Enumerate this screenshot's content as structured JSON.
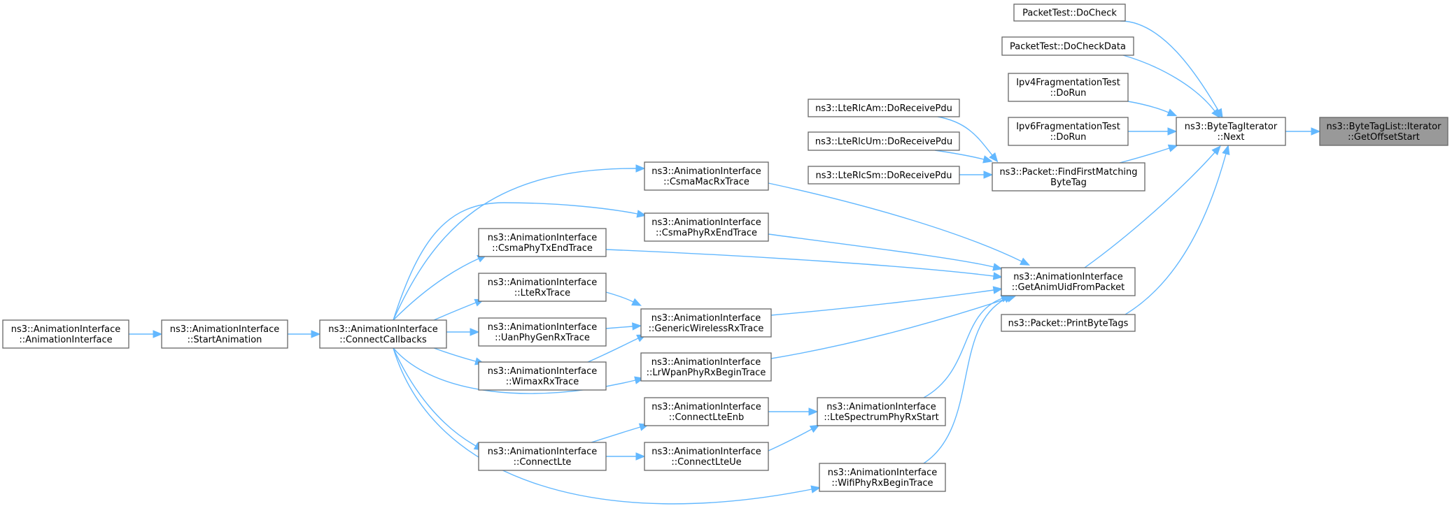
{
  "graph": {
    "root": "getoffsetstart",
    "nodes": [
      {
        "id": "getoffsetstart",
        "lines": [
          "ns3::ByteTagList::Iterator",
          "::GetOffsetStart"
        ],
        "root": true
      },
      {
        "id": "bytetagiter-next",
        "lines": [
          "ns3::ByteTagIterator",
          "::Next"
        ]
      },
      {
        "id": "packettest-docheck",
        "lines": [
          "PacketTest::DoCheck"
        ]
      },
      {
        "id": "packettest-docheckdata",
        "lines": [
          "PacketTest::DoCheckData"
        ]
      },
      {
        "id": "ipv4frag-dorun",
        "lines": [
          "Ipv4FragmentationTest",
          "::DoRun"
        ]
      },
      {
        "id": "ipv6frag-dorun",
        "lines": [
          "Ipv6FragmentationTest",
          "::DoRun"
        ]
      },
      {
        "id": "findfirstmatching",
        "lines": [
          "ns3::Packet::FindFirstMatching",
          "ByteTag"
        ]
      },
      {
        "id": "getanimuid",
        "lines": [
          "ns3::AnimationInterface",
          "::GetAnimUidFromPacket"
        ]
      },
      {
        "id": "printbytetags",
        "lines": [
          "ns3::Packet::PrintByteTags"
        ]
      },
      {
        "id": "lterlcam",
        "lines": [
          "ns3::LteRlcAm::DoReceivePdu"
        ]
      },
      {
        "id": "lterlcum",
        "lines": [
          "ns3::LteRlcUm::DoReceivePdu"
        ]
      },
      {
        "id": "lterlcsm",
        "lines": [
          "ns3::LteRlcSm::DoReceivePdu"
        ]
      },
      {
        "id": "csmamacrx",
        "lines": [
          "ns3::AnimationInterface",
          "::CsmaMacRxTrace"
        ]
      },
      {
        "id": "csmaphyrxend",
        "lines": [
          "ns3::AnimationInterface",
          "::CsmaPhyRxEndTrace"
        ]
      },
      {
        "id": "csmaphytxend",
        "lines": [
          "ns3::AnimationInterface",
          "::CsmaPhyTxEndTrace"
        ]
      },
      {
        "id": "lterx",
        "lines": [
          "ns3::AnimationInterface",
          "::LteRxTrace"
        ]
      },
      {
        "id": "genericwireless",
        "lines": [
          "ns3::AnimationInterface",
          "::GenericWirelessRxTrace"
        ]
      },
      {
        "id": "uanphygen",
        "lines": [
          "ns3::AnimationInterface",
          "::UanPhyGenRxTrace"
        ]
      },
      {
        "id": "lrwpan",
        "lines": [
          "ns3::AnimationInterface",
          "::LrWpanPhyRxBeginTrace"
        ]
      },
      {
        "id": "wimaxrx",
        "lines": [
          "ns3::AnimationInterface",
          "::WimaxRxTrace"
        ]
      },
      {
        "id": "connectlteenb",
        "lines": [
          "ns3::AnimationInterface",
          "::ConnectLteEnb"
        ]
      },
      {
        "id": "ltespectrum",
        "lines": [
          "ns3::AnimationInterface",
          "::LteSpectrumPhyRxStart"
        ]
      },
      {
        "id": "connectlte",
        "lines": [
          "ns3::AnimationInterface",
          "::ConnectLte"
        ]
      },
      {
        "id": "connectlteue",
        "lines": [
          "ns3::AnimationInterface",
          "::ConnectLteUe"
        ]
      },
      {
        "id": "wifiphyrx",
        "lines": [
          "ns3::AnimationInterface",
          "::WifiPhyRxBeginTrace"
        ]
      },
      {
        "id": "connectcallbacks",
        "lines": [
          "ns3::AnimationInterface",
          "::ConnectCallbacks"
        ]
      },
      {
        "id": "startanimation",
        "lines": [
          "ns3::AnimationInterface",
          "::StartAnimation"
        ]
      },
      {
        "id": "animinterface-ctor",
        "lines": [
          "ns3::AnimationInterface",
          "::AnimationInterface"
        ]
      }
    ],
    "edges": [
      {
        "from": "bytetagiter-next",
        "to": "getoffsetstart"
      },
      {
        "from": "packettest-docheck",
        "to": "bytetagiter-next"
      },
      {
        "from": "packettest-docheckdata",
        "to": "bytetagiter-next"
      },
      {
        "from": "ipv4frag-dorun",
        "to": "bytetagiter-next"
      },
      {
        "from": "ipv6frag-dorun",
        "to": "bytetagiter-next"
      },
      {
        "from": "findfirstmatching",
        "to": "bytetagiter-next"
      },
      {
        "from": "getanimuid",
        "to": "bytetagiter-next"
      },
      {
        "from": "printbytetags",
        "to": "bytetagiter-next"
      },
      {
        "from": "lterlcam",
        "to": "findfirstmatching"
      },
      {
        "from": "lterlcum",
        "to": "findfirstmatching"
      },
      {
        "from": "lterlcsm",
        "to": "findfirstmatching"
      },
      {
        "from": "csmamacrx",
        "to": "getanimuid"
      },
      {
        "from": "csmaphyrxend",
        "to": "getanimuid"
      },
      {
        "from": "csmaphytxend",
        "to": "getanimuid"
      },
      {
        "from": "genericwireless",
        "to": "getanimuid"
      },
      {
        "from": "lrwpan",
        "to": "getanimuid"
      },
      {
        "from": "ltespectrum",
        "to": "getanimuid"
      },
      {
        "from": "wifiphyrx",
        "to": "getanimuid"
      },
      {
        "from": "lterx",
        "to": "genericwireless"
      },
      {
        "from": "uanphygen",
        "to": "genericwireless"
      },
      {
        "from": "wimaxrx",
        "to": "genericwireless"
      },
      {
        "from": "connectlteenb",
        "to": "ltespectrum"
      },
      {
        "from": "connectlteue",
        "to": "ltespectrum"
      },
      {
        "from": "connectlte",
        "to": "connectlteenb"
      },
      {
        "from": "connectlte",
        "to": "connectlteue"
      },
      {
        "from": "connectcallbacks",
        "to": "csmamacrx"
      },
      {
        "from": "connectcallbacks",
        "to": "csmaphyrxend"
      },
      {
        "from": "connectcallbacks",
        "to": "csmaphytxend"
      },
      {
        "from": "connectcallbacks",
        "to": "lterx"
      },
      {
        "from": "connectcallbacks",
        "to": "uanphygen"
      },
      {
        "from": "connectcallbacks",
        "to": "wimaxrx"
      },
      {
        "from": "connectcallbacks",
        "to": "lrwpan"
      },
      {
        "from": "connectcallbacks",
        "to": "connectlte"
      },
      {
        "from": "connectcallbacks",
        "to": "wifiphyrx"
      },
      {
        "from": "startanimation",
        "to": "connectcallbacks"
      },
      {
        "from": "animinterface-ctor",
        "to": "startanimation"
      }
    ]
  }
}
